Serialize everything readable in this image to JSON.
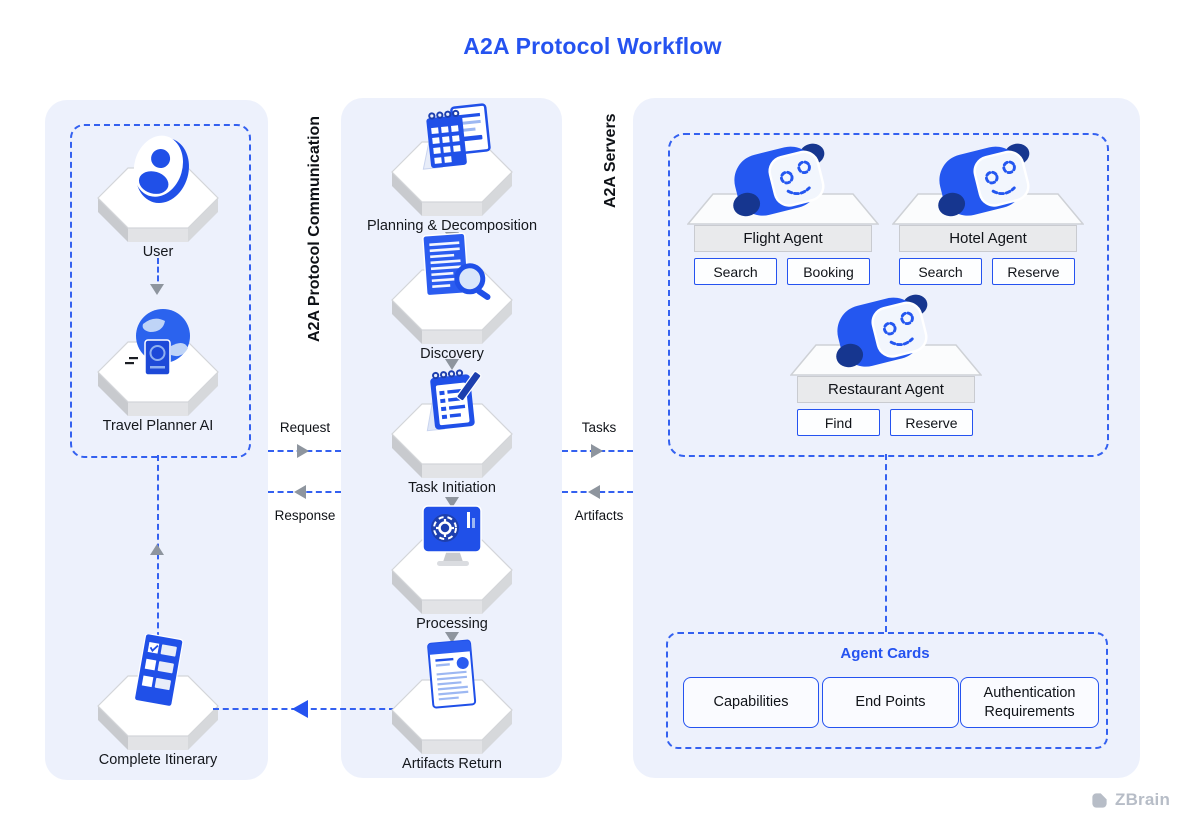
{
  "title": "A2A Protocol Workflow",
  "client_panel": {
    "nodes": [
      {
        "label": "User"
      },
      {
        "label": "Travel Planner AI"
      }
    ],
    "itinerary": {
      "label": "Complete Itinerary"
    }
  },
  "protocol_panel": {
    "heading": "A2A Protocol Communication",
    "steps": [
      {
        "label": "Planning & Decomposition"
      },
      {
        "label": "Discovery"
      },
      {
        "label": "Task Initiation"
      },
      {
        "label": "Processing"
      },
      {
        "label": "Artifacts Return"
      }
    ]
  },
  "servers_panel": {
    "heading": "A2A Servers",
    "agents": [
      {
        "name": "Flight Agent",
        "actions": [
          "Search",
          "Booking"
        ]
      },
      {
        "name": "Hotel Agent",
        "actions": [
          "Search",
          "Reserve"
        ]
      },
      {
        "name": "Restaurant Agent",
        "actions": [
          "Find",
          "Reserve"
        ]
      }
    ],
    "agent_cards": {
      "title": "Agent Cards",
      "cards": [
        {
          "label": "Capabilities"
        },
        {
          "label": "End Points"
        },
        {
          "label": "Authentication Requirements"
        }
      ]
    }
  },
  "connectors": {
    "request": "Request",
    "response": "Response",
    "tasks": "Tasks",
    "artifacts": "Artifacts"
  },
  "brand": {
    "name": "ZBrain"
  },
  "icons": {
    "user": "user-avatar-icon",
    "travel_planner": "globe-passport-icon",
    "planning": "calendar-checklist-icon",
    "discovery": "document-magnifier-icon",
    "task_initiation": "calendar-pencil-icon",
    "processing": "monitor-gear-icon",
    "artifacts_return": "report-document-icon",
    "itinerary": "checklist-clipboard-icon",
    "agent": "robot-head-icon",
    "brand": "zbrain-logo-icon"
  },
  "colors": {
    "accent": "#2553F0",
    "dash": "#3461F0",
    "panel_bg": "#EDF1FC",
    "arrow_gray": "#8E959E",
    "text": "#15181D",
    "brand_gray": "#B7BDC7"
  }
}
